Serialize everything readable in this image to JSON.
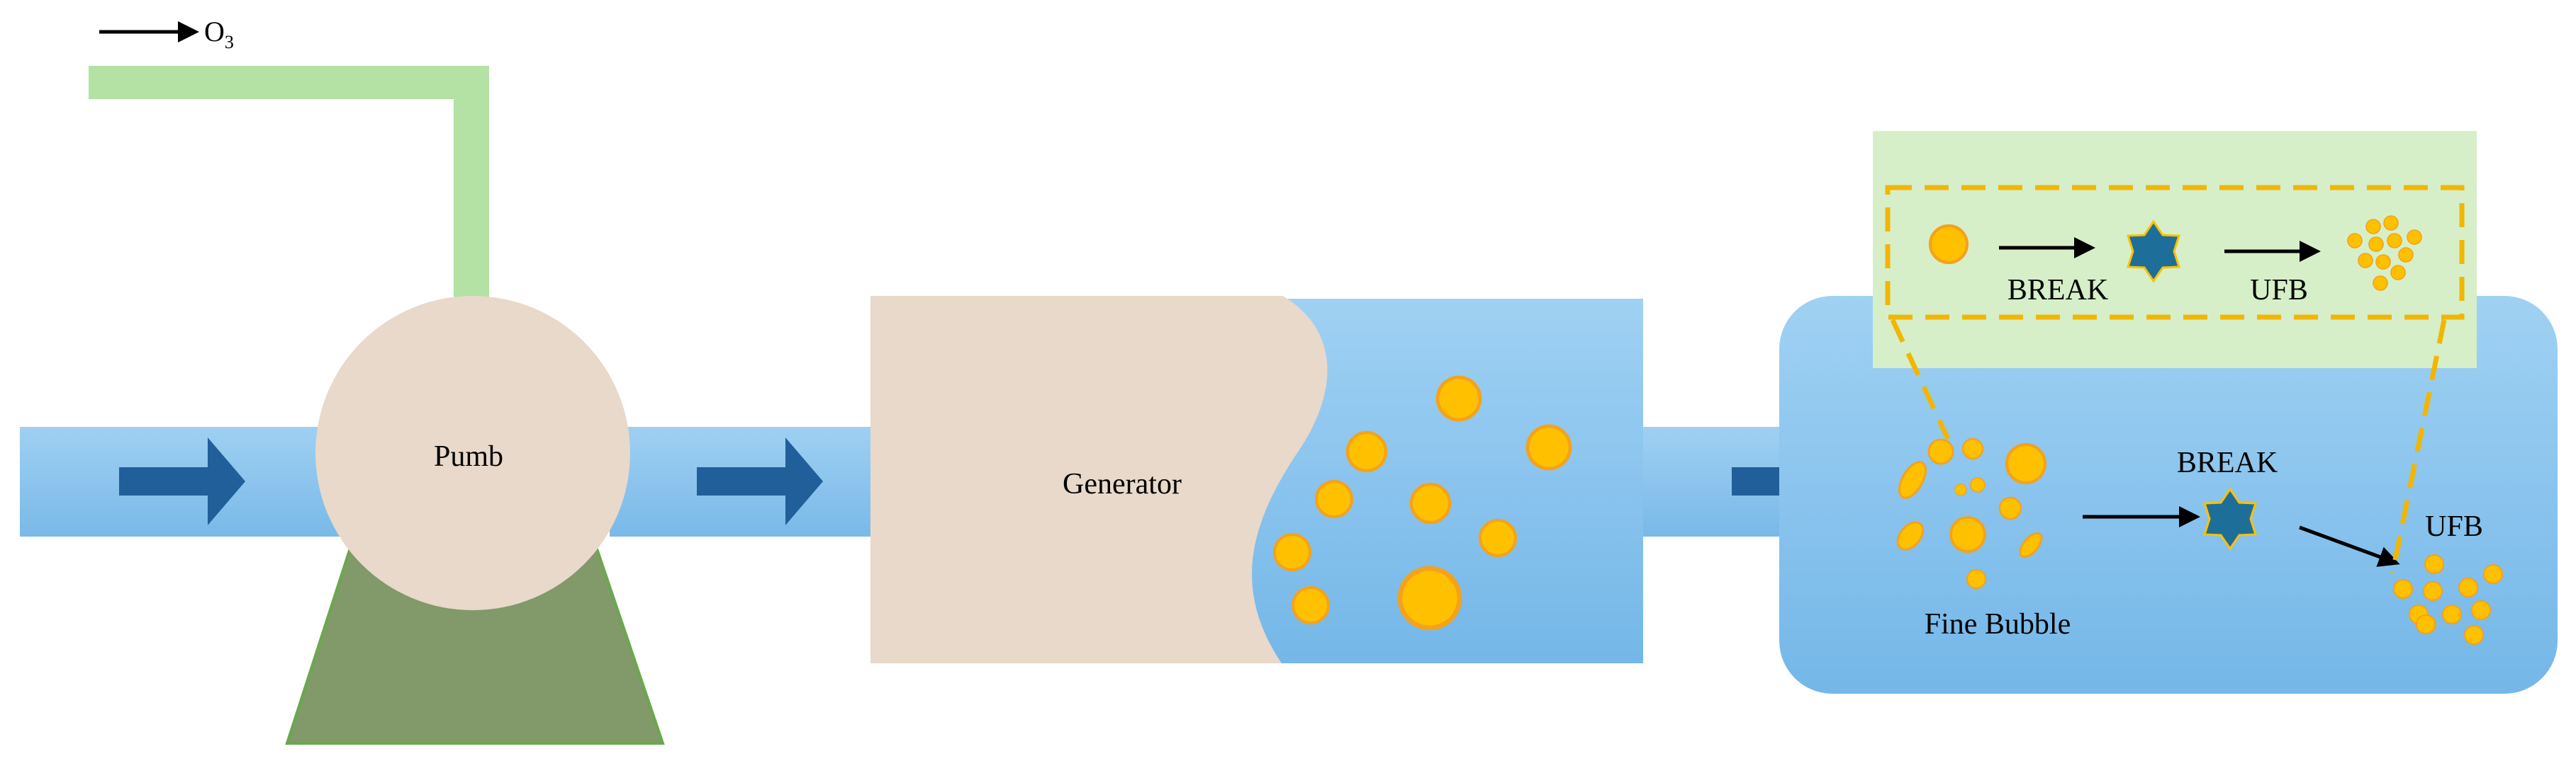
{
  "labels": {
    "ozone": "O",
    "ozone_subscript": "3",
    "pump": "Pumb",
    "generator": "Generator",
    "fine_bubble": "Fine Bubble",
    "break_main": "BREAK",
    "ufb_main": "UFB",
    "break_inset": "BREAK",
    "ufb_inset": "UFB"
  },
  "colors": {
    "pipe": "#8cc4ee",
    "ozone_pipe": "#b3e2a4",
    "pump_body": "#e8d9ca",
    "pump_base": "#82996a",
    "pump_base_edge": "#6aa84f",
    "flow_arrow": "#215f9a",
    "bubble_fill": "#ffc000",
    "bubble_edge": "#f4a21b",
    "star": "#1d6f9a",
    "inset_bg": "#d6efc9",
    "inset_dash": "#f2b600"
  },
  "icons": [
    "flow-arrow-icon",
    "burst-star-icon",
    "bubble-icon"
  ]
}
